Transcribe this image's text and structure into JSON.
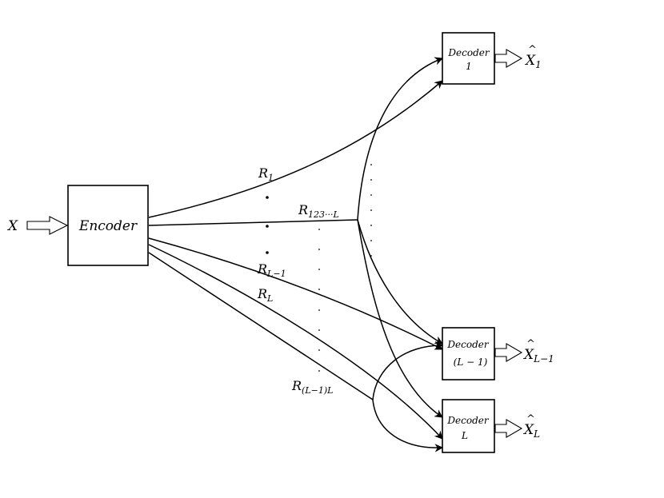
{
  "diagram": {
    "input_label": "X",
    "encoder_label": "Encoder",
    "rates": {
      "r1": "R",
      "r1_sub": "1",
      "r123": "R",
      "r123_sub": "123···L",
      "rl1": "R",
      "rl1_sub": "L−1",
      "rl": "R",
      "rl_sub": "L",
      "rl1l": "R",
      "rl1l_sub": "(L−1)L"
    },
    "decoders": [
      {
        "line1": "Decoder",
        "line2": "1",
        "output": "X",
        "output_sub": "1"
      },
      {
        "line1": "Decoder",
        "line2": "(L − 1)",
        "output": "X",
        "output_sub": "L−1"
      },
      {
        "line1": "Decoder",
        "line2": "L",
        "output": "X",
        "output_sub": "L"
      }
    ]
  }
}
